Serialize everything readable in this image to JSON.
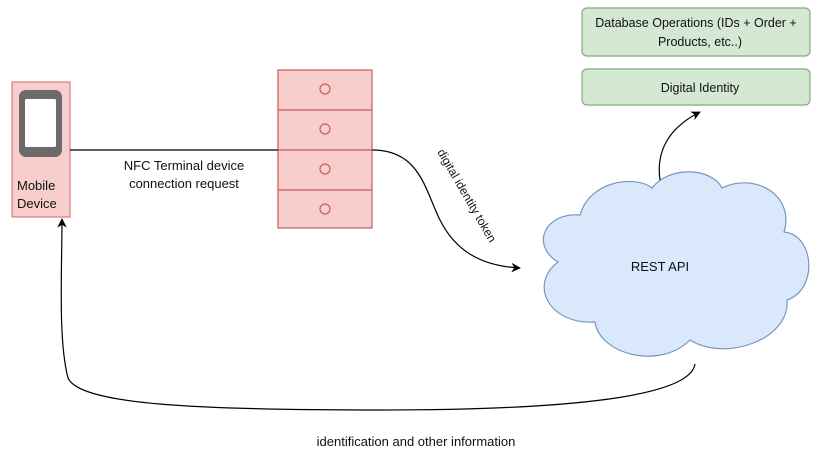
{
  "diagram": {
    "mobile_device": {
      "label_line1": "Mobile",
      "label_line2": "Device",
      "icon": "smartphone-icon",
      "fill": "#f8cecc",
      "stroke": "#d87b7b"
    },
    "nfc_terminal": {
      "icon": "drawer-cabinet-icon",
      "fill": "#f8cecc",
      "stroke": "#c95f5f"
    },
    "database_operations": {
      "label_line1": "Database Operations (IDs + Order +",
      "label_line2": "Products, etc..)",
      "fill": "#d5e8d4",
      "stroke": "#7fae77"
    },
    "digital_identity": {
      "label": "Digital Identity",
      "fill": "#d5e8d4",
      "stroke": "#7fae77"
    },
    "rest_api": {
      "label": "REST API",
      "icon": "cloud-icon",
      "fill": "#dae8fc",
      "stroke": "#7b95bf"
    },
    "edges": {
      "connection_request_line1": "NFC Terminal device",
      "connection_request_line2": "connection request",
      "token_label": "digital identity token",
      "return_label": "identification and other information"
    }
  }
}
